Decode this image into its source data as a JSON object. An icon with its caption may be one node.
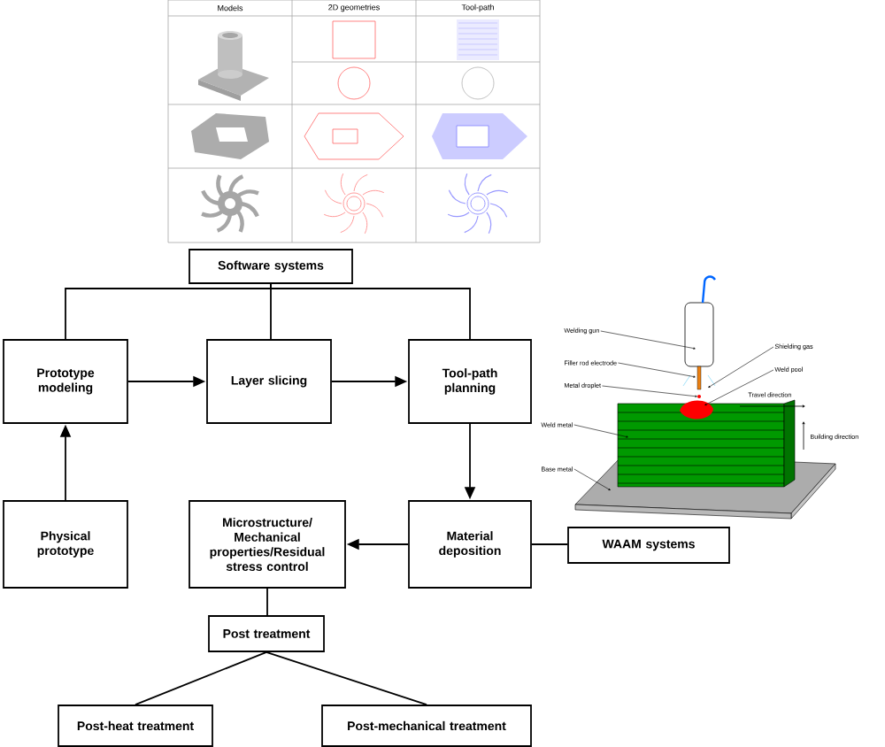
{
  "diagram": {
    "nodes": [
      {
        "text": [
          "Software systems"
        ]
      },
      {
        "text": [
          "Prototype modeling"
        ]
      },
      {
        "text": [
          "Layer slicing"
        ]
      },
      {
        "text": [
          "Tool-path planning"
        ]
      },
      {
        "text": [
          "Physical prototype"
        ]
      },
      {
        "text": [
          "Microstructure/ Mechanical properties/Residual stress control"
        ]
      },
      {
        "text": [
          "Material deposition"
        ]
      },
      {
        "text": [
          "WAAM systems"
        ]
      },
      {
        "text": [
          "Post treatment"
        ]
      },
      {
        "text": [
          "Post-heat treatment"
        ]
      },
      {
        "text": [
          "Post-mechanical treatment"
        ]
      },
      {
        "text": [
          "Welding gun"
        ]
      },
      {
        "text": [
          "Filler rod electrode"
        ]
      },
      {
        "text": [
          "Metal droplet"
        ]
      },
      {
        "text": [
          "Weld metal"
        ]
      },
      {
        "text": [
          "Base metal"
        ]
      },
      {
        "text": [
          "Shielding gas"
        ]
      },
      {
        "text": [
          "Weld pool"
        ]
      }
    ],
    "edges": [
      {
        "from": 0,
        "to": 1,
        "arrow": "none"
      },
      {
        "from": 0,
        "to": 2,
        "arrow": "none"
      },
      {
        "from": 0,
        "to": 3,
        "arrow": "none"
      },
      {
        "from": 1,
        "to": 2,
        "arrow": "to"
      },
      {
        "from": 2,
        "to": 3,
        "arrow": "to"
      },
      {
        "from": 4,
        "to": 1,
        "arrow": "to"
      },
      {
        "from": 3,
        "to": 6,
        "arrow": "to"
      },
      {
        "from": 6,
        "to": 5,
        "arrow": "to"
      },
      {
        "from": 6,
        "to": 7,
        "arrow": "none"
      },
      {
        "from": 5,
        "to": 8,
        "arrow": "none"
      },
      {
        "from": 8,
        "to": 9,
        "arrow": "none"
      },
      {
        "from": 8,
        "to": 10,
        "arrow": "none"
      },
      {
        "from": 11,
        "to": null,
        "arrow": "to"
      },
      {
        "from": 12,
        "to": null,
        "arrow": "to"
      },
      {
        "from": 13,
        "to": null,
        "arrow": "to"
      },
      {
        "from": 14,
        "to": null,
        "arrow": "to"
      },
      {
        "from": 15,
        "to": null,
        "arrow": "to"
      },
      {
        "from": 16,
        "to": null,
        "arrow": "to"
      },
      {
        "from": 17,
        "to": null,
        "arrow": "to"
      }
    ],
    "labels": [
      "Models",
      "2D geometries",
      "Tool-path",
      "Travel direction",
      "Building direction"
    ]
  }
}
